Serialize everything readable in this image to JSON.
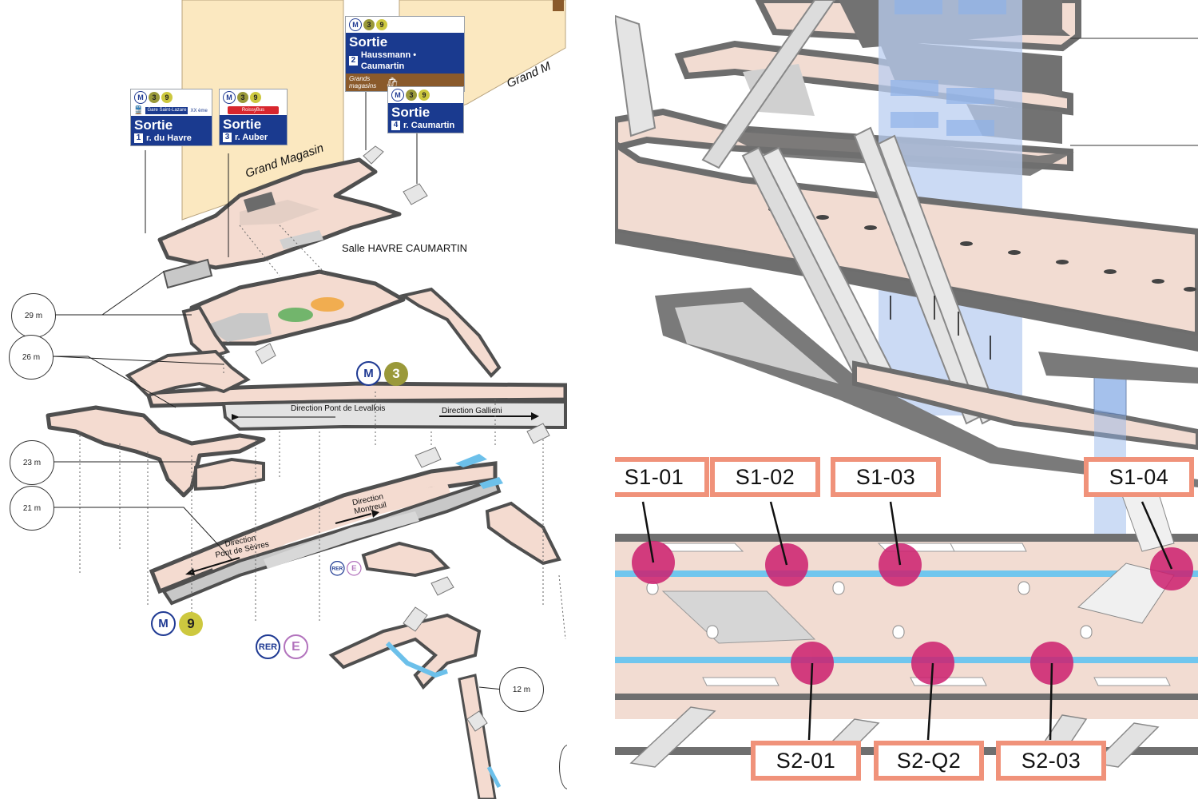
{
  "left_map": {
    "signs": [
      {
        "id": "exit1",
        "line_codes": [
          "M",
          "3",
          "9"
        ],
        "aux_top": "Gare Saint-Lazare",
        "aux_right": "XX ème",
        "title": "Sortie",
        "num": "1",
        "street": "r. du Havre"
      },
      {
        "id": "exit3",
        "line_codes": [
          "M",
          "3",
          "9"
        ],
        "aux_top": "RoissyBus",
        "title": "Sortie",
        "num": "3",
        "street": "r. Auber"
      },
      {
        "id": "exit2",
        "line_codes": [
          "M",
          "3",
          "9"
        ],
        "title": "Sortie",
        "num": "2",
        "street": "Haussmann • Caumartin",
        "band": "Grands magasins"
      },
      {
        "id": "exit4",
        "line_codes": [
          "M",
          "3",
          "9"
        ],
        "title": "Sortie",
        "num": "4",
        "street": "r. Caumartin"
      }
    ],
    "building_labels": [
      "Grand Magasin",
      "Grand M"
    ],
    "hall_label": "Salle HAVRE CAUMARTIN",
    "depths": [
      "29 m",
      "26 m",
      "23 m",
      "21 m",
      "12 m"
    ],
    "directions": {
      "levallois": "Direction Pont de Levallois",
      "gallieni": "Direction Gallieni",
      "montreuil": "Direction\nMontreuil",
      "sevres": "Direction\nPont de Sèvres"
    },
    "lines": {
      "m": "M",
      "three": "3",
      "nine": "9",
      "rer": "RER",
      "e": "E"
    },
    "colors": {
      "corridor": "#f4dbd0",
      "wall": "#555555",
      "floor_grey": "#cfcfcf",
      "building": "#fbe8c0",
      "water": "#6cc0ea",
      "circle_orange": "#f0a53a",
      "circle_green": "#5aae5a"
    }
  },
  "right_map": {
    "points_top": [
      "S1-01",
      "S1-02",
      "S1-03",
      "S1-04"
    ],
    "points_bottom": [
      "S2-01",
      "S2-Q2",
      "S2-03"
    ],
    "colors": {
      "tag_border": "#f0927a",
      "marker": "#cc1f6e",
      "corridor": "#f2dcd2",
      "glass": "#b9cdf0",
      "track": "#70c6ee"
    }
  }
}
